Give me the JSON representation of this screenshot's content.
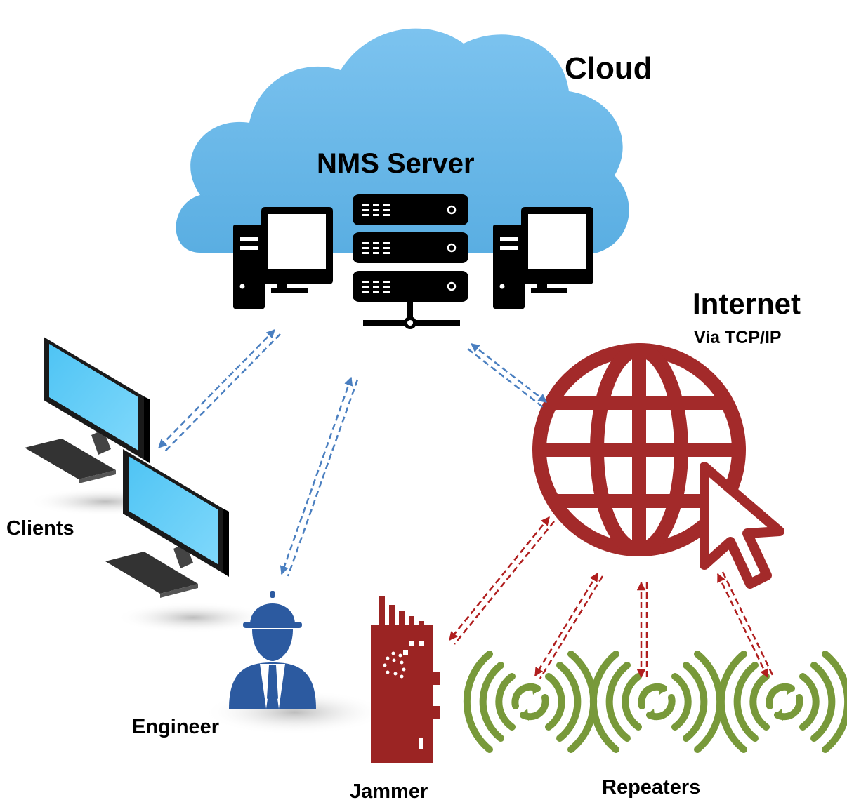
{
  "labels": {
    "cloud": "Cloud",
    "server": "NMS Server",
    "internet": "Internet",
    "internet_sub": "Via TCP/IP",
    "clients": "Clients",
    "engineer": "Engineer",
    "jammer": "Jammer",
    "repeaters": "Repeaters"
  },
  "colors": {
    "cloud_fill": "#63b3e5",
    "blue_link": "#4a7fc0",
    "red_link": "#b01e1e",
    "globe": "#a32a2a",
    "jammer": "#9b2423",
    "repeater": "#78993a",
    "engineer": "#2c5aa0",
    "monitor_screen": "#5ecbf5"
  },
  "icons": [
    "server-rack-icon",
    "desktop-computer-icon",
    "globe-icon",
    "cursor-arrow-icon",
    "monitor-icon",
    "engineer-icon",
    "jammer-icon",
    "repeater-icon"
  ],
  "links": [
    {
      "from": "NMS Server",
      "to": "Clients",
      "style": "blue-dashed-double-arrow"
    },
    {
      "from": "NMS Server",
      "to": "Engineer",
      "style": "blue-dashed-double-arrow"
    },
    {
      "from": "NMS Server",
      "to": "Internet",
      "style": "blue-dashed-double-arrow"
    },
    {
      "from": "Internet",
      "to": "Jammer",
      "style": "red-dashed-double-arrow"
    },
    {
      "from": "Internet",
      "to": "Repeater 1",
      "style": "red-dashed-double-arrow"
    },
    {
      "from": "Internet",
      "to": "Repeater 2",
      "style": "red-dashed-double-arrow"
    },
    {
      "from": "Internet",
      "to": "Repeater 3",
      "style": "red-dashed-double-arrow"
    }
  ]
}
